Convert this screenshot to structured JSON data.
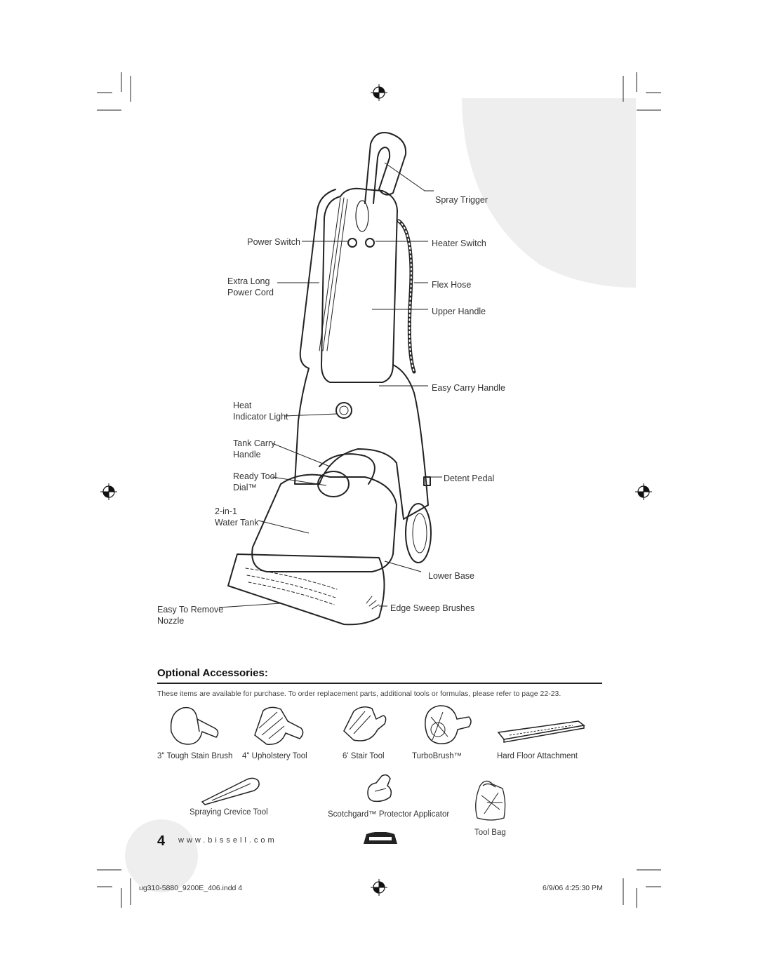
{
  "diagram": {
    "labels": {
      "spray_trigger": "Spray Trigger",
      "power_switch": "Power Switch",
      "heater_switch": "Heater Switch",
      "extra_long_power_cord": "Extra Long\nPower Cord",
      "flex_hose": "Flex Hose",
      "upper_handle": "Upper Handle",
      "easy_carry_handle": "Easy Carry Handle",
      "heat_indicator_light": "Heat\nIndicator Light",
      "tank_carry_handle": "Tank Carry\nHandle",
      "ready_tool_dial": "Ready Tool\nDial™",
      "detent_pedal": "Detent Pedal",
      "water_tank": "2-in-1\nWater Tank",
      "lower_base": "Lower Base",
      "easy_to_remove_nozzle": "Easy To Remove\nNozzle",
      "edge_sweep_brushes": "Edge Sweep Brushes"
    }
  },
  "accessories": {
    "title": "Optional Accessories:",
    "intro": "These items are available for purchase. To order replacement parts, additional tools or formulas, please refer to page 22-23.",
    "items": [
      {
        "label": "3\" Tough Stain Brush"
      },
      {
        "label": "4\" Upholstery Tool"
      },
      {
        "label": "6' Stair Tool"
      },
      {
        "label": "TurboBrush™"
      },
      {
        "label": "Hard Floor Attachment"
      },
      {
        "label": "Spraying Crevice Tool"
      },
      {
        "label": "Scotchgard™ Protector Applicator"
      },
      {
        "label": "Tool Bag"
      }
    ]
  },
  "footer": {
    "page_number": "4",
    "website": "www.bissell.com",
    "slug_file": "ug310-5880_9200E_406.indd   4",
    "slug_date": "6/9/06   4:25:30 PM"
  },
  "colors": {
    "corner_shade": "#eeeeee",
    "line": "#222222"
  }
}
